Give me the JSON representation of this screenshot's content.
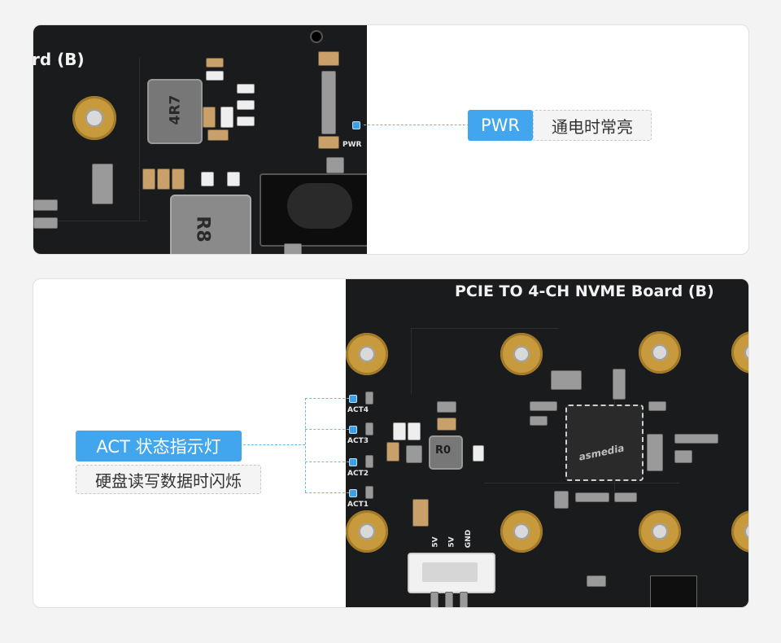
{
  "top_panel": {
    "board_title_fragment": "rd (B)",
    "pwr_silkscreen": "PWR",
    "component_marks": [
      "4R7",
      "R8"
    ],
    "callout": {
      "label": "PWR",
      "description": "通电时常亮"
    }
  },
  "bottom_panel": {
    "board_title": "PCIE TO 4-CH NVME Board (B)",
    "act_silkscreens": [
      "ACT4",
      "ACT3",
      "ACT2",
      "ACT1"
    ],
    "component_marks": [
      "R0"
    ],
    "chip_brand": "asmedia",
    "connector_pins": [
      "5V",
      "5V",
      "GND"
    ],
    "callout": {
      "label": "ACT 状态指示灯",
      "description": "硬盘读写数据时闪烁"
    }
  },
  "colors": {
    "accent_blue": "#41a6ee",
    "pcb_black": "#1a1b1d",
    "led_blue": "#3aa0e8"
  }
}
